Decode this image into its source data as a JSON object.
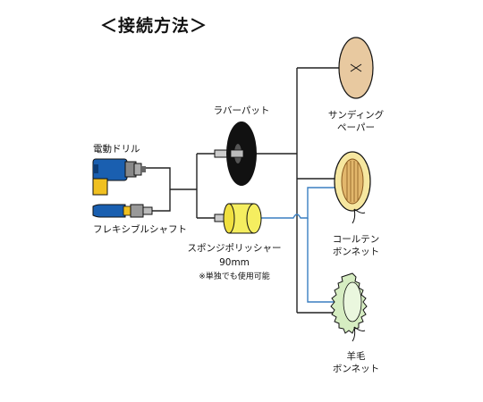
{
  "title": "＜接続方法＞",
  "tools": [
    {
      "label": "電動ドリル"
    },
    {
      "label": "フレキシブルシャフト"
    }
  ],
  "pads": [
    {
      "label": "ラバーパット"
    },
    {
      "label": "スポンジポリッシャー",
      "size": "90mm",
      "note": "※単独でも使用可能"
    }
  ],
  "attachments": [
    {
      "line1": "サンディング",
      "line2": "ペーパー"
    },
    {
      "line1": "コールテン",
      "line2": "ボンネット"
    },
    {
      "line1": "羊毛",
      "line2": "ボンネット"
    }
  ],
  "colors": {
    "drill_blue": "#1a5fb0",
    "drill_yellow": "#f0c020",
    "sponge_yellow": "#f5ee60",
    "sanding_tan": "#e8c9a0",
    "corduroy_yellow": "#f6e7a0",
    "wool_green": "#d6edc2",
    "link_blue": "#3a7fc1"
  }
}
